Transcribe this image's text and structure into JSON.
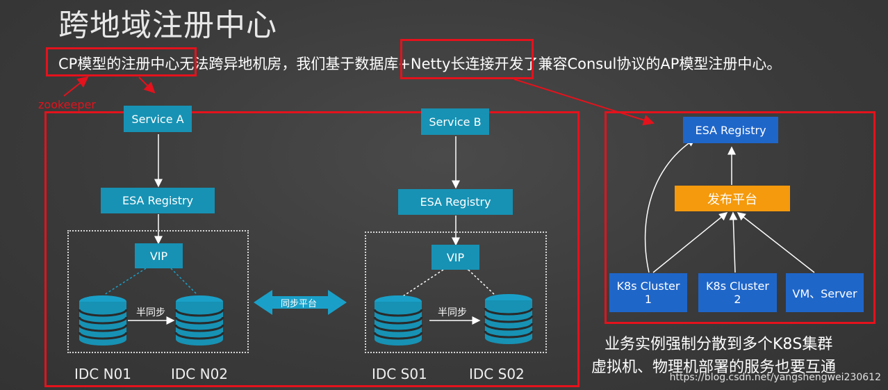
{
  "header": {
    "title": "跨地域注册中心",
    "subtitle_part1": "CP模型的注册中心",
    "subtitle_part2": "无法跨异地机房，我们基于",
    "subtitle_part3": "数据库+Netty长连",
    "subtitle_part4": "接开发了兼容Consul协议的AP模型注册中心。"
  },
  "annotation": {
    "zookeeper": "zookeeper"
  },
  "left_diagram": {
    "service_a": "Service A",
    "service_b": "Service B",
    "registry_n": "ESA Registry",
    "registry_s": "ESA Registry",
    "vip_n": "VIP",
    "vip_s": "VIP",
    "semi_sync_n": "半同步",
    "semi_sync_s": "半同步",
    "sync_platform": "同步平台",
    "idc_n01": "IDC N01",
    "idc_n02": "IDC N02",
    "idc_s01": "IDC S01",
    "idc_s02": "IDC S02"
  },
  "right_diagram": {
    "registry": "ESA Registry",
    "release_platform": "发布平台",
    "k8s_1_line1": "K8s Cluster",
    "k8s_1_line2": "1",
    "k8s_2_line1": "K8s Cluster",
    "k8s_2_line2": "2",
    "vm_server": "VM、Server"
  },
  "notes": {
    "line1": "业务实例强制分散到多个K8S集群",
    "line2": "虚拟机、物理机部署的服务也要互通"
  },
  "watermark": "https://blog.csdn.net/yangshengwei230612",
  "colors": {
    "highlight_red": "#e4121c",
    "teal_box": "#1792b4",
    "blue_box": "#1f66c9",
    "orange_box": "#f59a0c",
    "background": "#3c3c3c"
  }
}
